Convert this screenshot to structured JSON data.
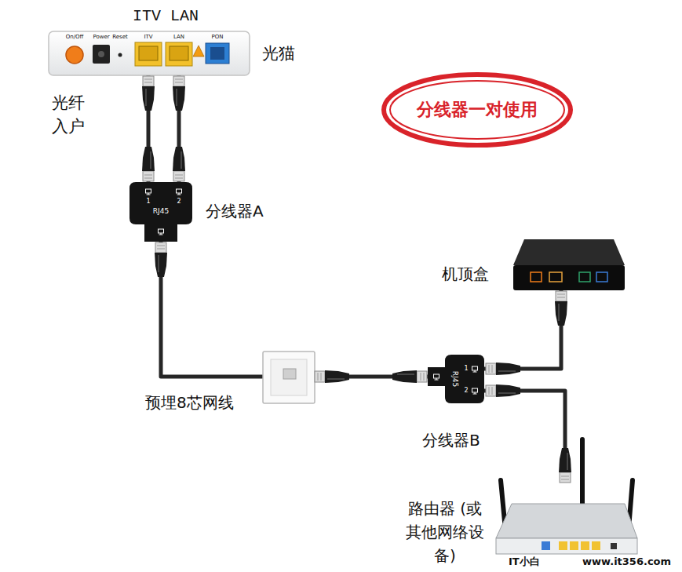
{
  "diagram": {
    "nodes": [
      {
        "text": [
          "ITV LAN",
          "On/Off",
          "Power",
          "Reset",
          "ITV",
          "LAN",
          "PON",
          "光猫"
        ]
      },
      {
        "text": [
          "分线器一对使用"
        ]
      },
      {
        "text": [
          "1",
          "2",
          "RJ45",
          "分线器A"
        ]
      },
      {
        "text": [
          "机顶盒"
        ]
      },
      {
        "text": [
          "RJ45",
          "1",
          "2",
          "分线器B"
        ]
      },
      {
        "text": [
          "路由器 (或其他网络设备)"
        ]
      }
    ],
    "edges": [
      {
        "from": 0,
        "to": 2,
        "arrow": "none"
      },
      {
        "from": 0,
        "to": 2,
        "arrow": "none"
      },
      {
        "from": 2,
        "to": 4,
        "label": "预埋8芯网线",
        "arrow": "none"
      },
      {
        "from": 4,
        "to": 3,
        "arrow": "none"
      },
      {
        "from": 4,
        "to": 5,
        "arrow": "none"
      }
    ],
    "labels": [
      "光纤 入户",
      "IT小白",
      "www.it356.com"
    ]
  }
}
